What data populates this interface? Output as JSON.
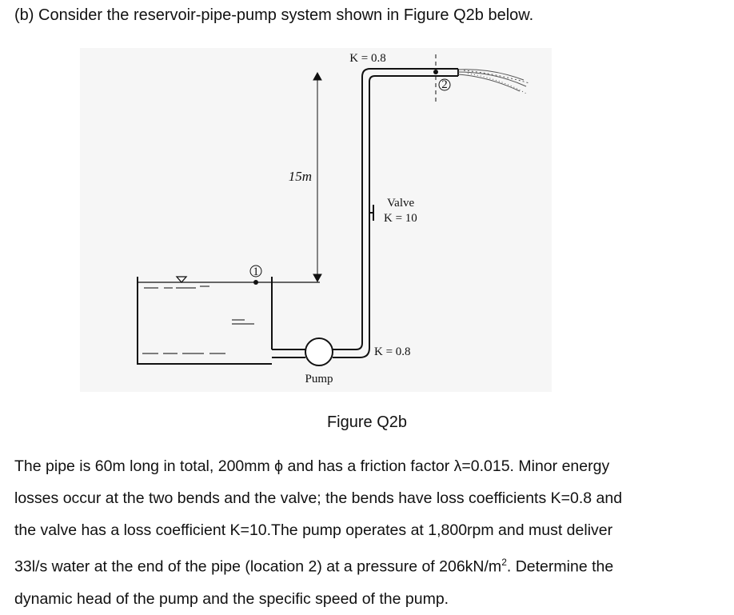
{
  "question": {
    "heading": "(b)  Consider the reservoir-pipe-pump system shown in Figure Q2b below."
  },
  "figure": {
    "labels": {
      "k_top_bend": "K = 0.8",
      "height": "15m",
      "valve_name": "Valve",
      "valve_k": "K = 10",
      "k_bottom_bend": "K = 0.8",
      "pump": "Pump",
      "point_1": "1",
      "point_2": "2"
    },
    "caption": "Figure Q2b"
  },
  "body": {
    "line1": "The pipe is 60m long in total, 200mm ϕ and has a friction factor λ=0.015. Minor energy",
    "line2": "losses occur at the two bends and the valve; the bends have loss coefficients K=0.8 and",
    "line3": "the valve has a loss coefficient K=10.The pump operates at 1,800rpm and must deliver",
    "line4_a": "33l/s water at the end of the pipe (location 2) at a pressure of 206kN/m",
    "line4_sup": "2",
    "line4_b": ". Determine the",
    "line5": "dynamic head of the pump and the specific speed of the pump."
  }
}
